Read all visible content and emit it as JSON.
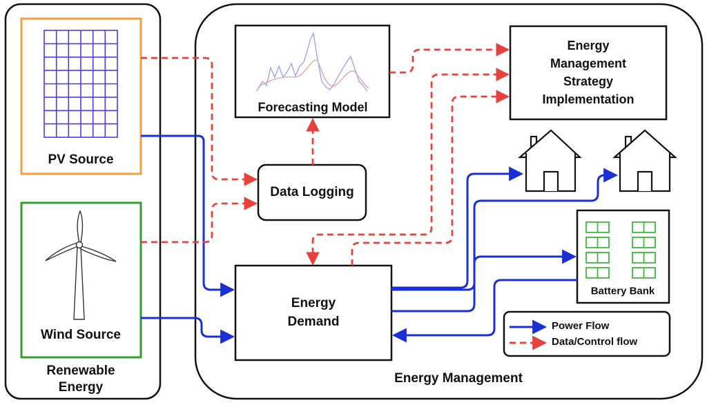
{
  "groups": {
    "renewable": "Renewable\nEnergy",
    "management": "Energy Management"
  },
  "nodes": {
    "pv_source": "PV Source",
    "wind_source": "Wind Source",
    "data_logging": "Data Logging",
    "forecasting_model": "Forecasting Model",
    "ems_implementation": "Energy\nManagement\nStrategy\nImplementation",
    "energy_demand": "Energy\nDemand",
    "battery_bank": "Battery Bank"
  },
  "legend": {
    "power_flow": "Power Flow",
    "data_flow": "Data/Control flow"
  },
  "colors": {
    "power_flow": "#1a2fd6",
    "data_flow": "#e8403a",
    "pv_border": "#f0a040",
    "wind_border": "#2ea02e",
    "pv_grid": "#4a3ed8",
    "battery": "#3cb83c",
    "box_border": "#111111"
  },
  "icons": {
    "pv": "solar-panel-icon",
    "wind": "wind-turbine-icon",
    "house": "house-icon",
    "battery": "battery-cell-icon",
    "forecast": "forecast-chart-icon"
  }
}
